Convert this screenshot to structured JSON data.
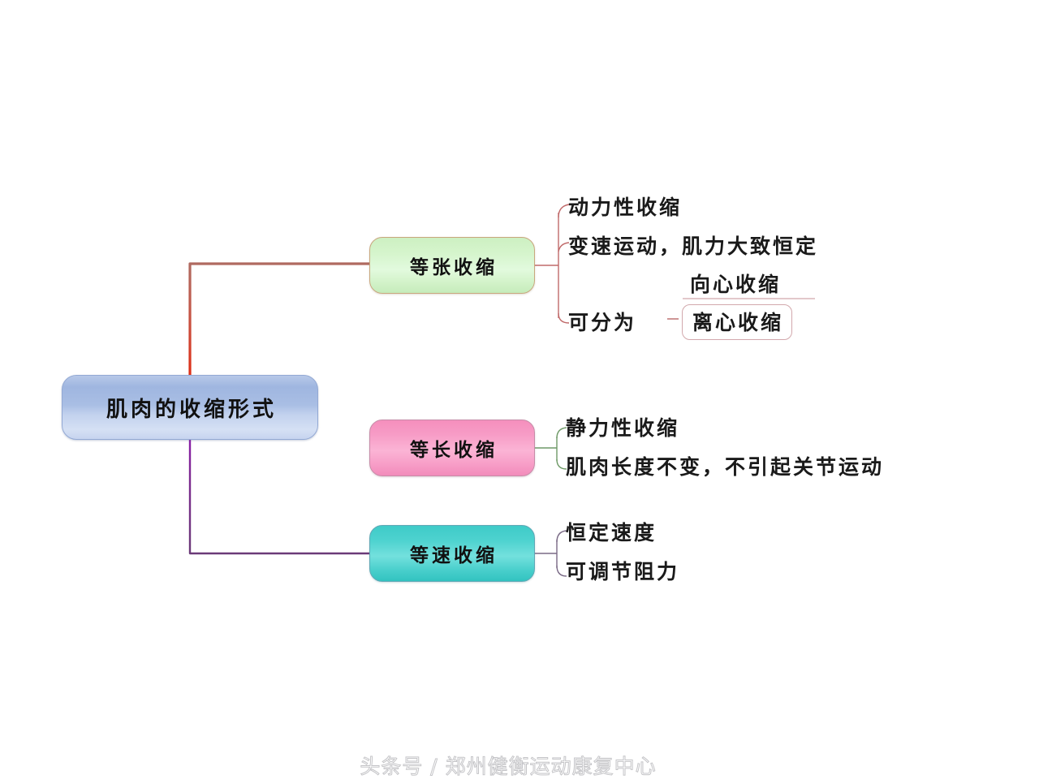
{
  "diagram": {
    "title": "肌肉的收缩形式",
    "root": {
      "label": "肌肉的收缩形式",
      "color": "#a9bee4"
    },
    "branches": [
      {
        "id": "isotonic",
        "label": "等张收缩",
        "color": "#d6f5cd",
        "connector_color": "#d14b3c",
        "children": [
          {
            "label": "动力性收缩"
          },
          {
            "label": "变速运动，肌力大致恒定"
          },
          {
            "label": "可分为"
          }
        ],
        "subchildren": [
          {
            "label": "向心收缩",
            "style": "underlined"
          },
          {
            "label": "离心收缩",
            "style": "boxed"
          }
        ]
      },
      {
        "id": "isometric",
        "label": "等长收缩",
        "color": "#f79cc6",
        "connector_color": "#3e7d3a",
        "children": [
          {
            "label": "静力性收缩"
          },
          {
            "label": "肌肉长度不变，不引起关节运动"
          }
        ]
      },
      {
        "id": "isokinetic",
        "label": "等速收缩",
        "color": "#4dd2cf",
        "connector_color": "#6b2a84",
        "children": [
          {
            "label": "恒定速度"
          },
          {
            "label": "可调节阻力"
          }
        ]
      }
    ]
  },
  "watermark": {
    "text": "头条号 / 郑州健衡运动康复中心"
  }
}
